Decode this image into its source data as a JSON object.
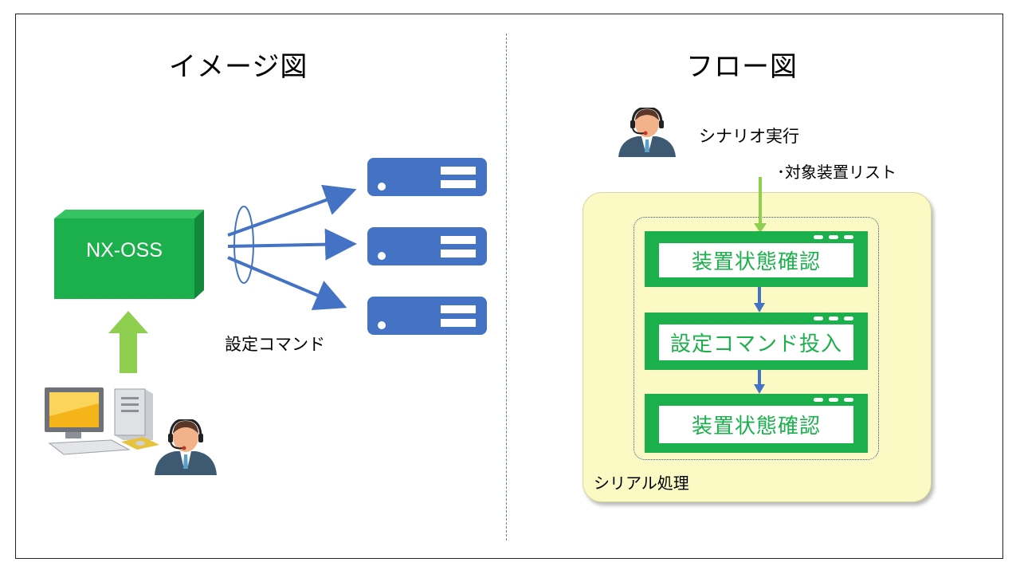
{
  "left": {
    "title": "イメージ図",
    "nxoss_label": "NX-OSS",
    "command_label": "設定コマンド"
  },
  "right": {
    "title": "フロー図",
    "run_label": "シナリオ実行",
    "list_label": "･対象装置リスト",
    "steps": [
      {
        "label": "装置状態確認"
      },
      {
        "label": "設定コマンド投入"
      },
      {
        "label": "装置状態確認"
      }
    ],
    "serial_label": "シリアル処理"
  },
  "colors": {
    "green": "#1cb04c",
    "light_green": "#8fcf50",
    "blue": "#4472c4",
    "panel": "#fcfac4"
  },
  "icons": [
    "operator-icon",
    "computer-icon",
    "server-icon"
  ]
}
